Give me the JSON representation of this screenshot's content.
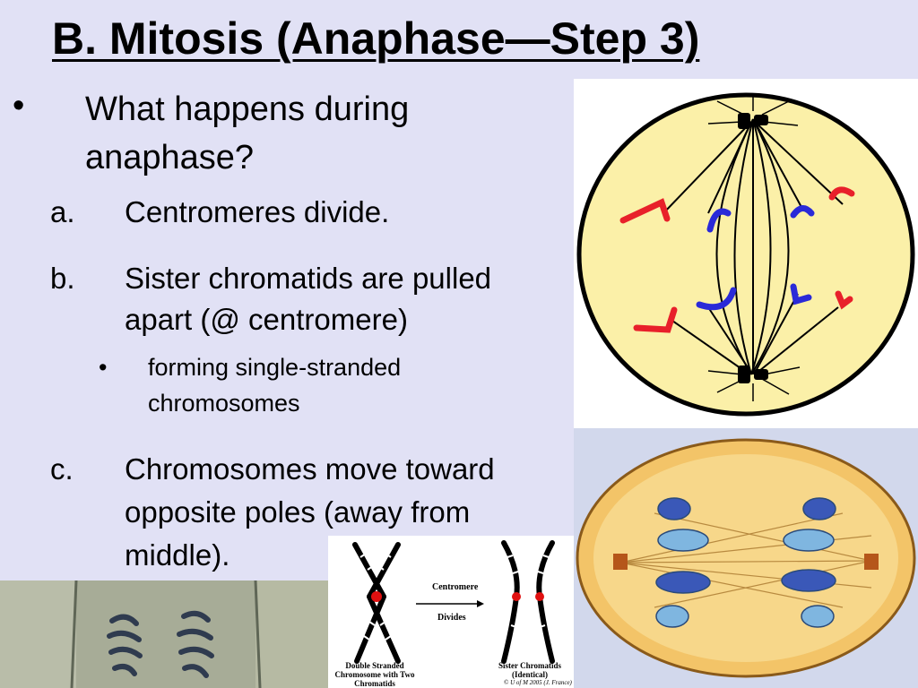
{
  "slide": {
    "title": "B. Mitosis (Anaphase—Step 3)",
    "bullet_symbol": "•",
    "question": {
      "line1": "What happens during",
      "line2": "anaphase?"
    },
    "items": [
      {
        "marker": "a.",
        "lines": [
          "Centromeres divide."
        ]
      },
      {
        "marker": "b.",
        "lines": [
          "Sister chromatids are pulled",
          "apart (@ centromere)"
        ],
        "sub": {
          "marker": "•",
          "lines": [
            "forming single-stranded",
            "chromosomes"
          ]
        }
      },
      {
        "marker": "c.",
        "lines": [
          "Chromosomes move toward",
          "opposite poles (away from",
          "middle)."
        ]
      }
    ]
  },
  "diagram": {
    "arrow_label_top": "Centromere",
    "arrow_label_bottom": "Divides",
    "left_caption": [
      "Double Stranded",
      "Chromosome with Two",
      "Chromatids"
    ],
    "right_caption": [
      "Sister Chromatids",
      "(Identical)"
    ],
    "copyright": "© U of M 2005 (J. France)"
  },
  "colors": {
    "background": "#e1e1f5",
    "cell_fill": "#fbf0a8",
    "chromosome_red": "#e8202a",
    "chromosome_blue": "#2a2ad8",
    "centromere_red": "#e01010"
  }
}
